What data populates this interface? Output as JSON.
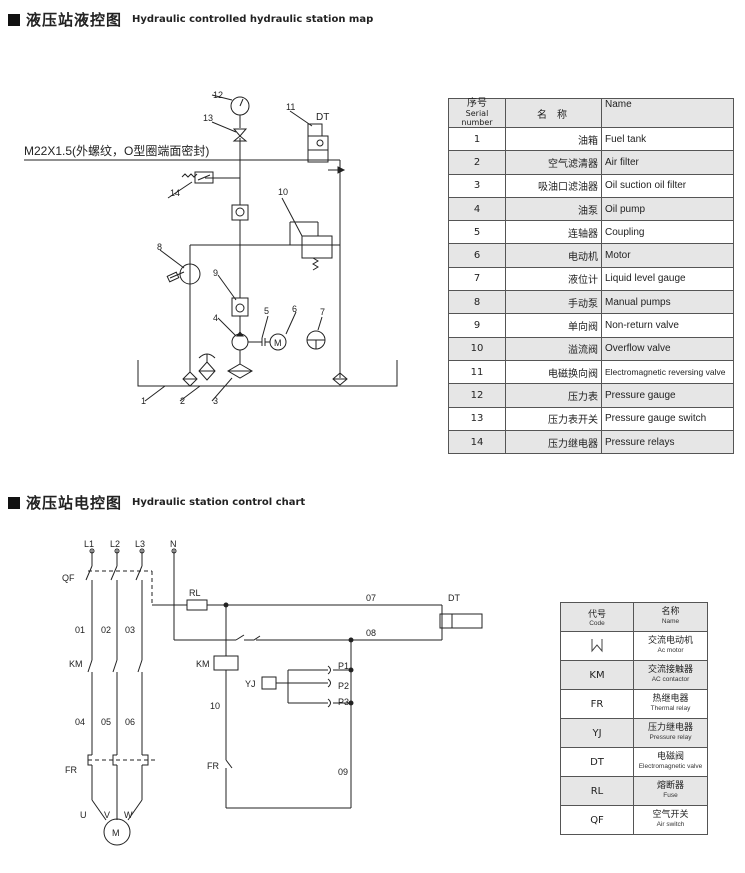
{
  "section1": {
    "title_cn": "液压站液控图",
    "title_en": "Hydraulic controlled hydraulic station map"
  },
  "section2": {
    "title_cn": "液压站电控图",
    "title_en": "Hydraulic station control chart"
  },
  "hydraulic_diagram": {
    "thread_note": "M22X1.5(外螺纹，O型圈端面密封)",
    "dt_label": "DT",
    "callouts": [
      "1",
      "2",
      "3",
      "4",
      "5",
      "6",
      "7",
      "8",
      "9",
      "10",
      "11",
      "12",
      "13",
      "14"
    ]
  },
  "parts_table": {
    "header": {
      "serial_cn": "序号",
      "serial_en": "Serial number",
      "name_cn": "名　称",
      "name_en": "Name"
    },
    "rows": [
      {
        "no": "1",
        "cn": "油箱",
        "en": "Fuel tank"
      },
      {
        "no": "2",
        "cn": "空气滤清器",
        "en": "Air filter"
      },
      {
        "no": "3",
        "cn": "吸油口滤油器",
        "en": "Oil suction oil filter"
      },
      {
        "no": "4",
        "cn": "油泵",
        "en": "Oil pump"
      },
      {
        "no": "5",
        "cn": "连轴器",
        "en": "Coupling"
      },
      {
        "no": "6",
        "cn": "电动机",
        "en": "Motor"
      },
      {
        "no": "7",
        "cn": "液位计",
        "en": "Liquid level gauge"
      },
      {
        "no": "8",
        "cn": "手动泵",
        "en": "Manual pumps"
      },
      {
        "no": "9",
        "cn": "单向阀",
        "en": "Non-return valve"
      },
      {
        "no": "10",
        "cn": "溢流阀",
        "en": "Overflow valve"
      },
      {
        "no": "11",
        "cn": "电磁换向阀",
        "en": "Electromagnetic reversing valve"
      },
      {
        "no": "12",
        "cn": "压力表",
        "en": "Pressure gauge"
      },
      {
        "no": "13",
        "cn": "压力表开关",
        "en": "Pressure gauge switch"
      },
      {
        "no": "14",
        "cn": "压力继电器",
        "en": "Pressure relays"
      }
    ]
  },
  "electric_diagram": {
    "labels": {
      "L1": "L1",
      "L2": "L2",
      "L3": "L3",
      "N": "N",
      "QF": "QF",
      "w01": "01",
      "w02": "02",
      "w03": "03",
      "KM": "KM",
      "w04": "04",
      "w05": "05",
      "w06": "06",
      "FR": "FR",
      "U": "U",
      "V": "V",
      "W": "W",
      "M": "M",
      "RL": "RL",
      "w07": "07",
      "w08": "08",
      "DT": "DT",
      "KM2": "KM",
      "YJ": "YJ",
      "P1": "P1",
      "P2": "P2",
      "P3": "P3",
      "w10": "10",
      "FR2": "FR",
      "w09": "09"
    }
  },
  "code_table": {
    "header": {
      "code_cn": "代号",
      "code_en": "Code",
      "name_cn": "名称",
      "name_en": "Name"
    },
    "rows": [
      {
        "code": "",
        "cn": "交流电动机",
        "en": "Ac motor",
        "symbol": "motor-symbol"
      },
      {
        "code": "KM",
        "cn": "交流接触器",
        "en": "AC contactor"
      },
      {
        "code": "FR",
        "cn": "热继电器",
        "en": "Thermal relay"
      },
      {
        "code": "YJ",
        "cn": "压力继电器",
        "en": "Pressure relay"
      },
      {
        "code": "DT",
        "cn": "电磁阀",
        "en": "Electromagnetic valve"
      },
      {
        "code": "RL",
        "cn": "熔断器",
        "en": "Fuse"
      },
      {
        "code": "QF",
        "cn": "空气开关",
        "en": "Air switch"
      }
    ]
  }
}
